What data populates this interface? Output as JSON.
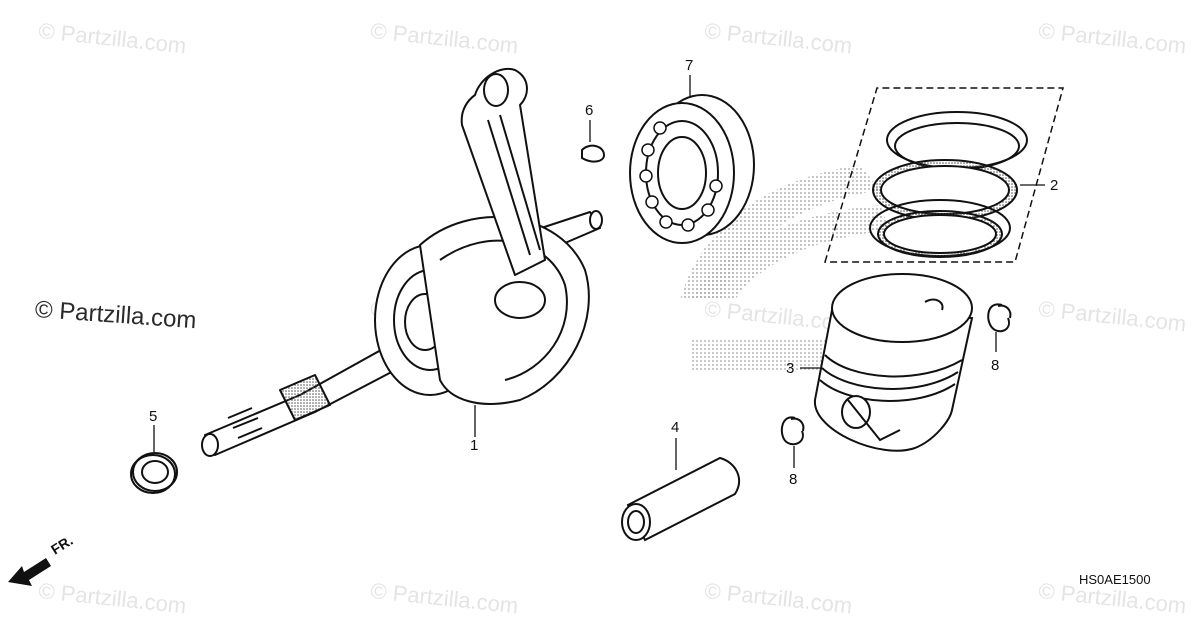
{
  "watermark": "© Partzilla.com",
  "diagram_code": "HS0AE1500",
  "front_indicator": "FR.",
  "callouts": [
    "1",
    "2",
    "3",
    "4",
    "5",
    "6",
    "7",
    "8",
    "8"
  ],
  "colors": {
    "line": "#111111",
    "stipple": "#bdbdbd",
    "watermark": "#e4e4e4"
  }
}
